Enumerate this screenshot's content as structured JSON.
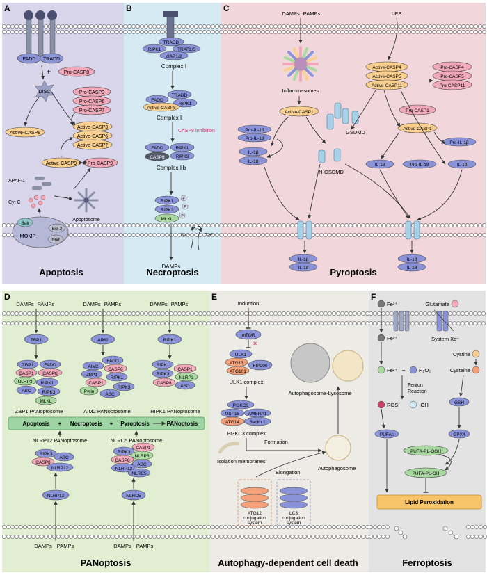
{
  "panels": {
    "a": {
      "letter": "A",
      "title": "Apoptosis",
      "labels": [
        "FADD",
        "TRADD",
        "+",
        "Pro-CASP8",
        "DISC",
        "Pro-CASP3",
        "Pro-CASP6",
        "Pro-CASP7",
        "Active-CASP8",
        "Active-CASP3",
        "Active-CASP6",
        "Active-CASP7",
        "Active-CASP9",
        "Pro-CASP9",
        "APAF-1",
        "Cyt C",
        "Apoptosome",
        "Bak",
        "Bcl-2",
        "tBid",
        "MOMP"
      ]
    },
    "b": {
      "letter": "B",
      "title": "Necroptosis",
      "labels": [
        "TRADD",
        "RIPK1",
        "TRAF2/5",
        "cIAP1/2",
        "Complex Ⅰ",
        "FADD",
        "TRADD",
        "RIPK1",
        "Active-CASP8",
        "Complex Ⅱ",
        "CASP8 Inhibition",
        "FADD",
        "RIPK1",
        "RIPK3",
        "CASP8",
        "Complex Ⅱb",
        "RIPK1",
        "RIPK3",
        "MLKL",
        "P",
        "P",
        "P",
        "Na⁺",
        "H₂O",
        "Ca²⁺",
        "DAMPs"
      ]
    },
    "c": {
      "letter": "C",
      "title": "Pyroptosis",
      "labels": [
        "DAMPs",
        "PAMPs",
        "LPS",
        "Inflammasomes",
        "Active-CASP4",
        "Active-CASP5",
        "Active-CASP11",
        "Pro-CASP4",
        "Pro-CASP5",
        "Pro-CASP11",
        "Pro-CASP1",
        "Active-CASP1",
        "Active-CASP1",
        "Pro-IL-1β",
        "Pro-IL-18",
        "GSDMD",
        "Pro-IL-1β",
        "IL-1β",
        "IL-18",
        "N-GSDMD",
        "IL-18",
        "Pro-IL-18",
        "IL-1β",
        "IL-1β",
        "IL-18",
        "IL-1β",
        "IL-18"
      ]
    },
    "d": {
      "letter": "D",
      "title": "PANoptosis",
      "labels": [
        "DAMPs",
        "PAMPs",
        "DAMPs",
        "PAMPs",
        "DAMPs",
        "PAMPs",
        "ZBP1",
        "AIM2",
        "RIPK1",
        "ZBP1",
        "FADD",
        "CASP1",
        "CASP8",
        "NLRP3",
        "RIPK1",
        "ASC",
        "RIPK3",
        "MLKL",
        "FADD",
        "AIM2",
        "CASP8",
        "ZBP1",
        "RIPK1",
        "CASP1",
        "RIPK3",
        "Pyrin",
        "ASC",
        "RIPK1",
        "CASP1",
        "RIPK3",
        "NLRP3",
        "CASP8",
        "ASC",
        "ZBP1 PANoptosome",
        "AIM2 PANoptosome",
        "RIPK1 PANoptosome",
        "Apoptosis",
        "+",
        "Necroptosis",
        "+",
        "Pyroptosis",
        "PANoptosis",
        "NLRP12 PANoptosome",
        "NLRC5 PANoptosome",
        "RIPK3",
        "ASC",
        "CASP8",
        "NLRP12",
        "CASP1",
        "RIPK3",
        "NLRP3",
        "CASP8",
        "ASC",
        "NLRP12",
        "NLRC5",
        "NLRP12",
        "NLRC5",
        "DAMPs",
        "PAMPs",
        "DAMPs",
        "PAMPs"
      ]
    },
    "e": {
      "letter": "E",
      "title": "Autophagy-dependent cell death",
      "labels": [
        "Induction",
        "mTOR",
        "ULK1",
        "ATG13",
        "FIP200",
        "ATG101",
        "ULK1 complex",
        "PI3KC3",
        "USP15",
        "AMBRA1",
        "ATG14",
        "Beclin 1",
        "PI3KC3 complex",
        "Autophagosome-Lysosome",
        "Formation",
        "Isolation membranes",
        "Elongation",
        "Autophagosome",
        "ATG12",
        "conjugation",
        "system",
        "LC3",
        "conjugation",
        "system"
      ]
    },
    "f": {
      "letter": "F",
      "title": "Ferroptosis",
      "labels": [
        "Fe³⁺",
        "Glutamate",
        "System Xc⁻",
        "Fe³⁺",
        "Cystine",
        "Fe²⁺",
        "+",
        "H₂O₂",
        "Fenton",
        "Reaction",
        "Cysteine",
        "ROS",
        "·OH",
        "GSH",
        "PUFAs",
        "GPX4",
        "PUFA-PL-OOH",
        "PUFA-PL-OH",
        "Lipid Peroxidation"
      ]
    }
  },
  "colors": {
    "panel_a_bg": "#d9d6ec",
    "panel_b_bg": "#d5eaf2",
    "panel_c_bg": "#f1d6dc",
    "panel_d_bg": "#e2eed2",
    "panel_e_bg": "#ecebe6",
    "panel_f_bg": "#e3e3e3",
    "panoptosis_bar": "#9fd4a5",
    "lipid_bar": "#f7c46a",
    "casp_pink": "#f0a9b9",
    "casp_orange": "#f8cf8f",
    "blue_protein": "#8a93d8",
    "green_protein": "#a9d9a0",
    "highlight_red": "#d6336c"
  }
}
